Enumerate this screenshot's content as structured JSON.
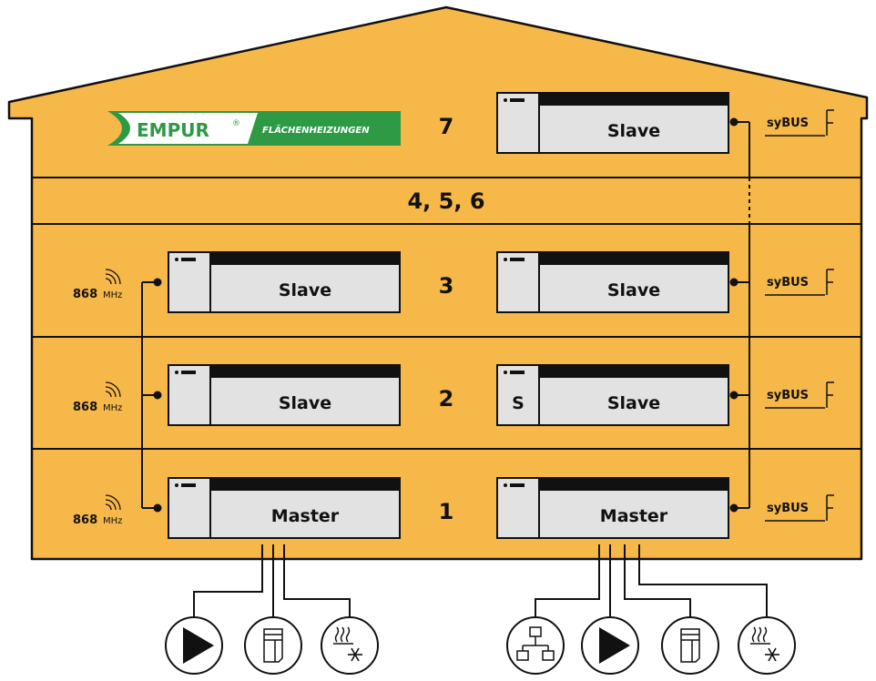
{
  "brand": {
    "name": "EMPUR",
    "registered_mark": "®",
    "tagline": "FLÄCHENHEIZUNGEN",
    "colors": {
      "green": "#2e9a46",
      "gold": "#f7b84a"
    }
  },
  "colors": {
    "house_fill": "#f7b84a",
    "device_fill": "#e2e2e2",
    "line": "#111111"
  },
  "floors": [
    {
      "label": "7"
    },
    {
      "label": "4, 5, 6"
    },
    {
      "label": "3"
    },
    {
      "label": "2"
    },
    {
      "label": "1"
    }
  ],
  "devices": {
    "f7_right": {
      "label": "Slave"
    },
    "f3_left": {
      "label": "Slave"
    },
    "f3_right": {
      "label": "Slave"
    },
    "f2_left": {
      "label": "Slave"
    },
    "f2_right": {
      "label": "Slave",
      "badge": "S"
    },
    "f1_left": {
      "label": "Master"
    },
    "f1_right": {
      "label": "Master"
    }
  },
  "bus": {
    "label": "syBUS"
  },
  "radio": {
    "number": "868",
    "unit": "MHz"
  },
  "peripherals": {
    "left": [
      "pump-icon",
      "controller-icon",
      "heat-cool-icon"
    ],
    "right": [
      "network-icon",
      "pump-icon",
      "controller-icon",
      "heat-cool-icon"
    ]
  }
}
